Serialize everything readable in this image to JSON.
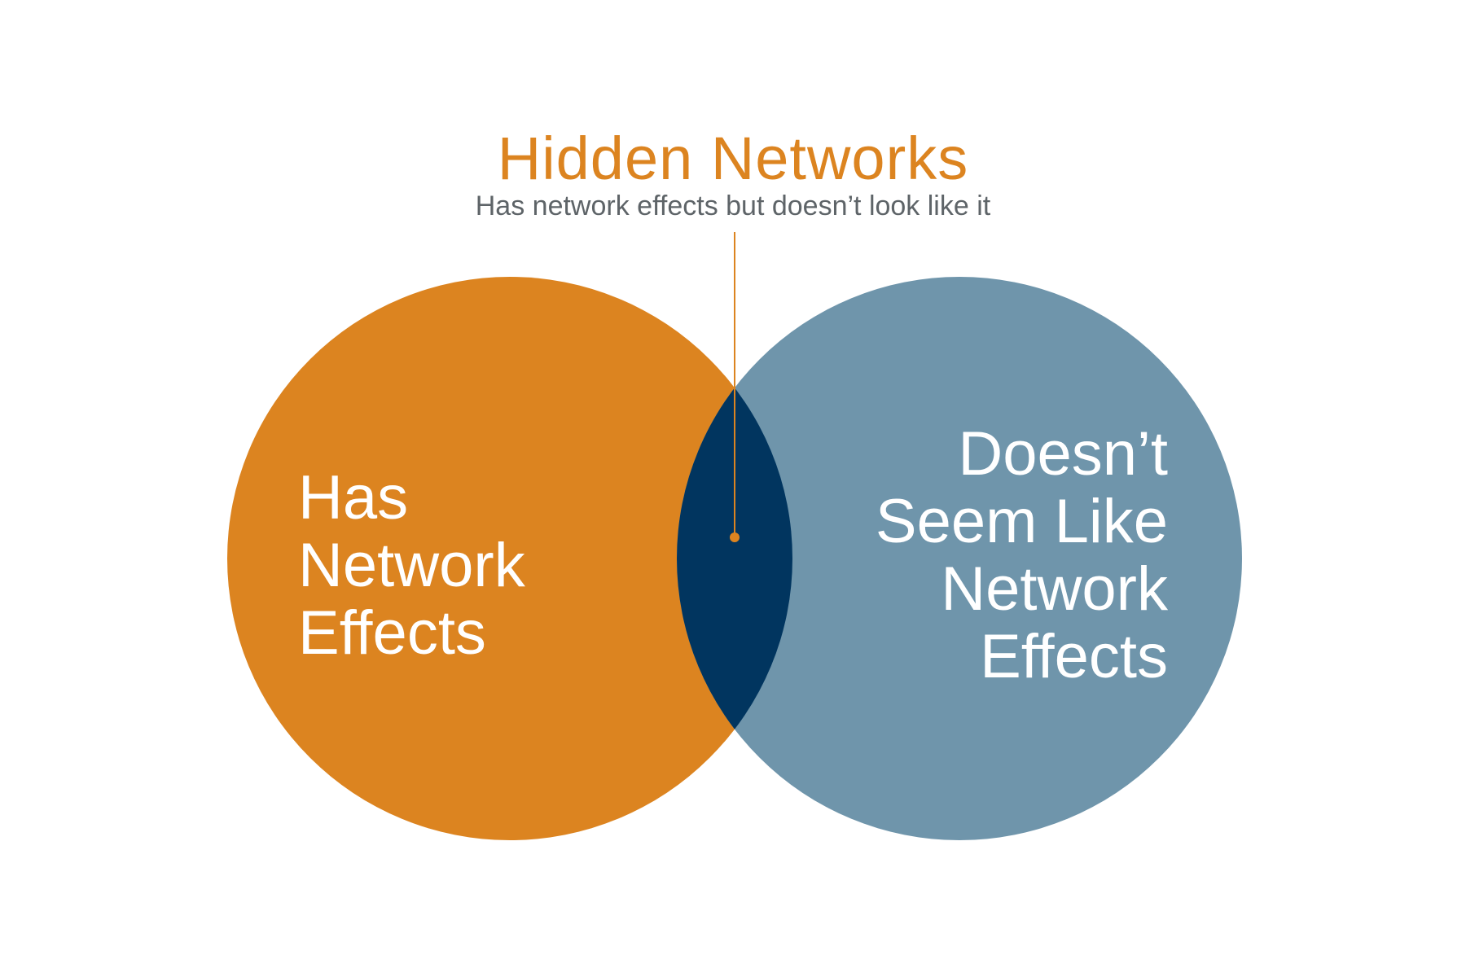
{
  "colors": {
    "left_set": "#dc8420",
    "right_set": "#6f95ab",
    "intersection": "#01355f",
    "callout": "#dc8420",
    "subtitle_text": "#5e6468",
    "set_text": "#ffffff"
  },
  "callout": {
    "title": "Hidden Networks",
    "subtitle": "Has network effects but doesn’t look like it"
  },
  "sets": {
    "left": {
      "lines": [
        "Has",
        "Network",
        "Effects"
      ]
    },
    "right": {
      "lines": [
        "Doesn’t",
        "Seem Like",
        "Network",
        "Effects"
      ]
    }
  }
}
